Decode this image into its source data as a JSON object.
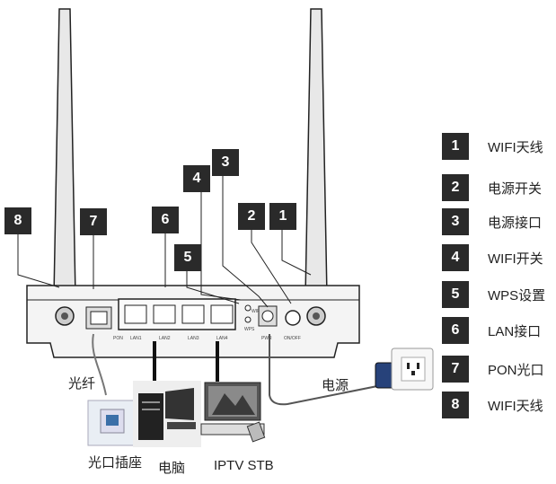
{
  "callouts": {
    "c1": "1",
    "c2": "2",
    "c3": "3",
    "c4": "4",
    "c5": "5",
    "c6": "6",
    "c7": "7",
    "c8": "8"
  },
  "legend": [
    {
      "num": "1",
      "label": "WIFI天线"
    },
    {
      "num": "2",
      "label": "电源开关"
    },
    {
      "num": "3",
      "label": "电源接口"
    },
    {
      "num": "4",
      "label": "WIFI开关"
    },
    {
      "num": "5",
      "label": "WPS设置"
    },
    {
      "num": "6",
      "label": "LAN接口"
    },
    {
      "num": "7",
      "label": "PON光口"
    },
    {
      "num": "8",
      "label": "WIFI天线"
    }
  ],
  "labels": {
    "fiber": "光纤",
    "power": "电源",
    "fiber_socket": "光口插座",
    "computer": "电脑",
    "iptv": "IPTV STB"
  },
  "ports": {
    "pon": "PON",
    "lan1": "LAN1",
    "lan2": "LAN2",
    "lan3": "LAN3",
    "lan4": "LAN4",
    "wifi": "WIFI",
    "wps": "WPS",
    "pwr": "PWR",
    "onoff": "ON/OFF"
  }
}
